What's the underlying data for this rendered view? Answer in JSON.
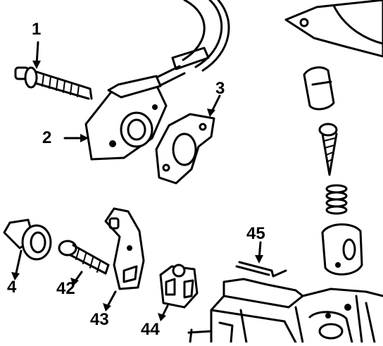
{
  "callouts": {
    "c1": "1",
    "c2": "2",
    "c3": "3",
    "c4": "4",
    "c42": "42",
    "c43": "43",
    "c44": "44",
    "c45": "45"
  }
}
